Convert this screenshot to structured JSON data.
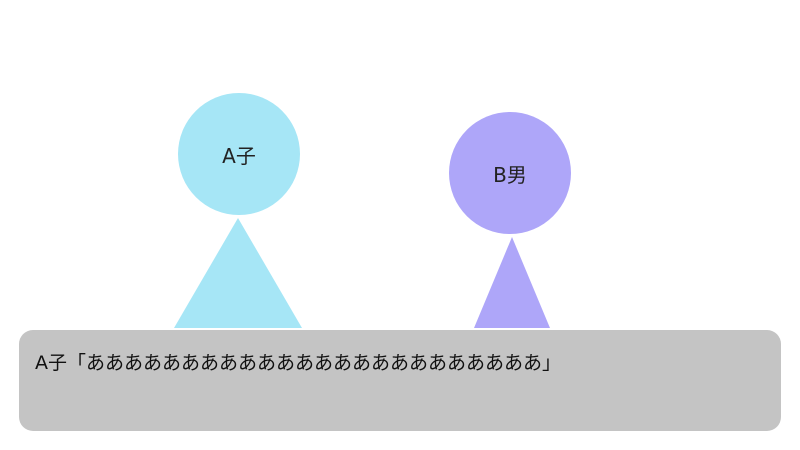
{
  "colors": {
    "background": "#ffffff",
    "character_a": "#a6e6f6",
    "character_b": "#aea6f9",
    "dialogue_box": "#c4c4c4"
  },
  "characters": [
    {
      "name": "A子"
    },
    {
      "name": "B男"
    }
  ],
  "dialogue": {
    "speaker": "A子",
    "text": "「ああああああああああああああああああああああああ」"
  }
}
